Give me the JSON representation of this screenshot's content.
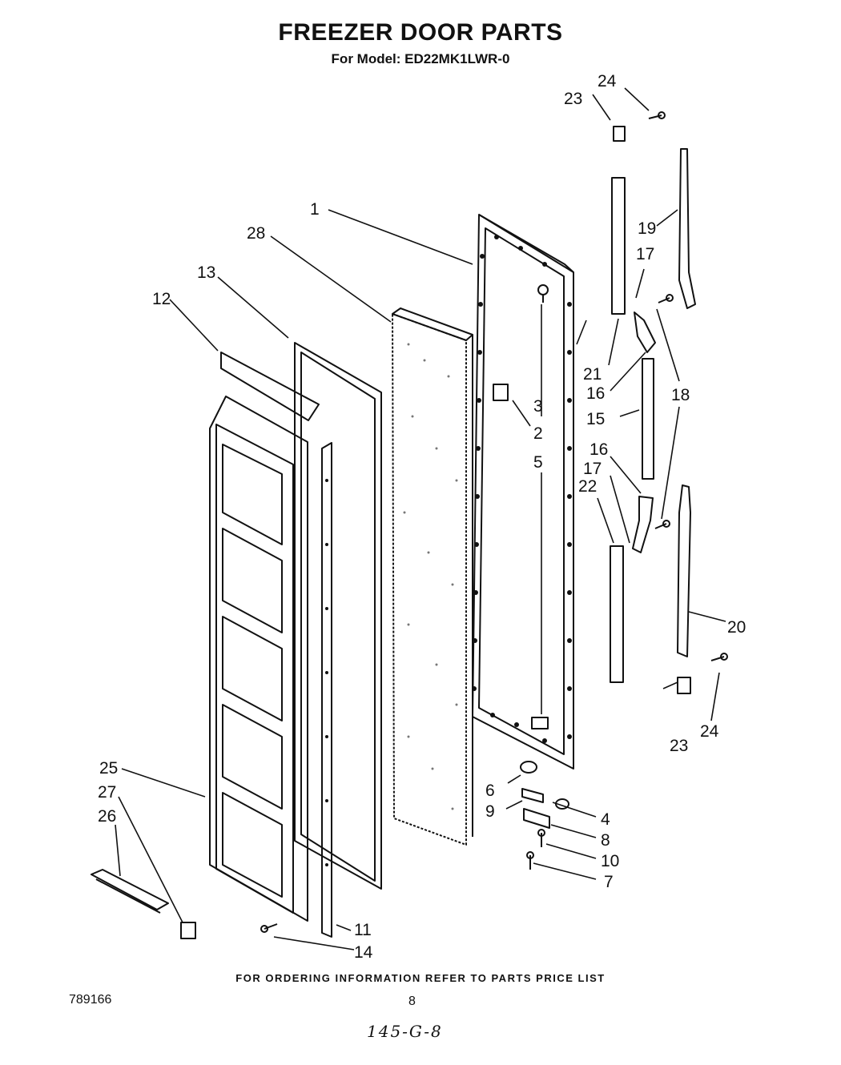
{
  "header": {
    "title": "FREEZER DOOR PARTS",
    "subtitle": "For Model: ED22MK1LWR-0"
  },
  "callouts": [
    "1",
    "2",
    "3",
    "4",
    "5",
    "6",
    "7",
    "8",
    "9",
    "10",
    "11",
    "12",
    "13",
    "14",
    "15",
    "16",
    "16",
    "17",
    "17",
    "18",
    "19",
    "20",
    "21",
    "22",
    "23",
    "23",
    "24",
    "24",
    "25",
    "26",
    "27",
    "28"
  ],
  "footer": {
    "ordering_note": "FOR ORDERING INFORMATION REFER TO PARTS PRICE LIST",
    "doc_number": "789166",
    "page_number": "8",
    "handwritten_note": "145-G-8"
  }
}
